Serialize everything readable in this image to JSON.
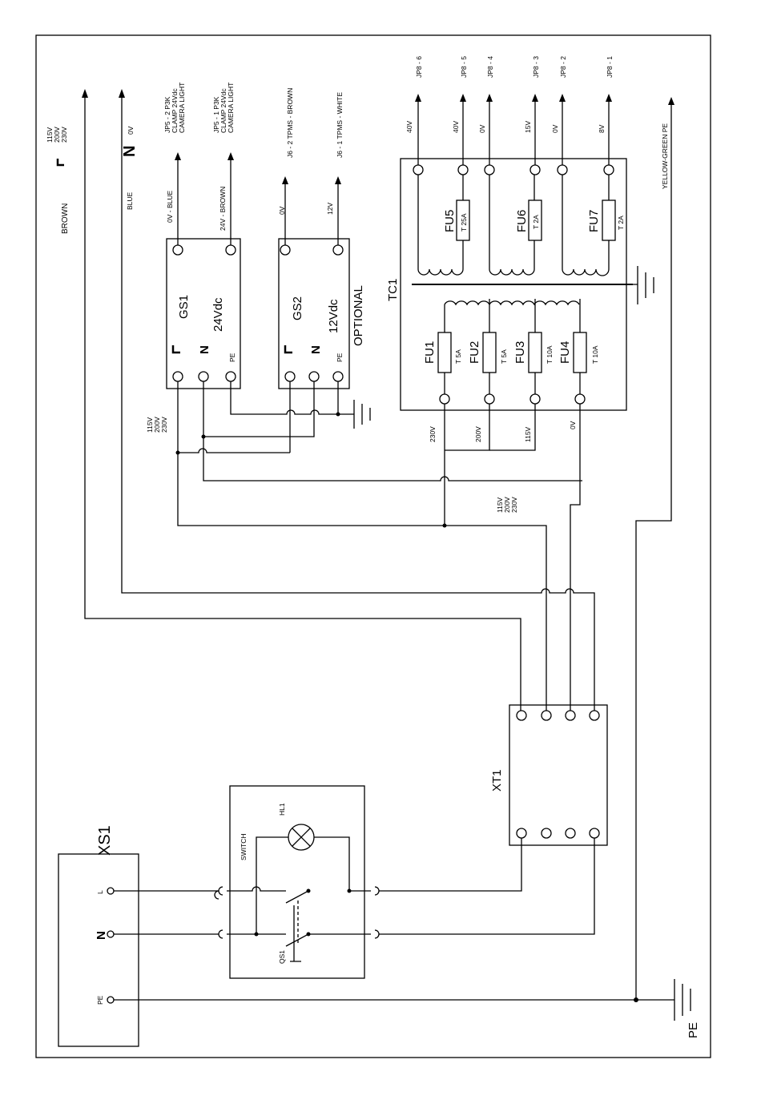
{
  "supply_left": {
    "brown": "BROWN",
    "brown_voltages": [
      "115V",
      "200V",
      "230V"
    ],
    "blue": "BLUE",
    "blue_voltage": "0V"
  },
  "gs1": {
    "name": "GS1",
    "rating": "24Vdc",
    "pe": "PE",
    "out_0v": "0V - BLUE",
    "out_24v": "24V - BROWN",
    "jp5_2": [
      "JP5 - 2  P3K",
      "CLAMP 24Vdc",
      "CAMERA LIGHT"
    ],
    "jp5_1": [
      "JP5 - 1  P3K",
      "CLAMP 24Vdc",
      "CAMERA LIGHT"
    ],
    "input_voltages": [
      "115V",
      "200V",
      "230V"
    ]
  },
  "gs2": {
    "name": "GS2",
    "rating": "12Vdc",
    "optional": "OPTIONAL",
    "pe": "PE",
    "out_0v": "0V",
    "out_12v": "12V",
    "j6_2": "J6 - 2  TPMS - BROWN",
    "j6_1": "J6 - 1  TPMS - WHITE"
  },
  "tc1": {
    "name": "TC1",
    "secondary": [
      {
        "jp": "JP8 - 6",
        "volt": "40V"
      },
      {
        "jp": "JP8 - 5",
        "volt": "40V"
      },
      {
        "jp": "JP8 - 4",
        "volt": "0V"
      },
      {
        "jp": "JP8 - 3",
        "volt": "15V"
      },
      {
        "jp": "JP8 - 2",
        "volt": "0V"
      },
      {
        "jp": "JP8 - 1",
        "volt": "8V"
      }
    ],
    "fuses_secondary": [
      {
        "name": "FU5",
        "rating": "T 25A"
      },
      {
        "name": "FU6",
        "rating": "T 2A"
      },
      {
        "name": "FU7",
        "rating": "T 2A"
      }
    ],
    "fuses_primary": [
      {
        "name": "FU1",
        "rating": "T 5A"
      },
      {
        "name": "FU2",
        "rating": "T 5A"
      },
      {
        "name": "FU3",
        "rating": "T 10A"
      },
      {
        "name": "FU4",
        "rating": "T 10A"
      }
    ],
    "primary_taps": [
      "230V",
      "200V",
      "115V",
      "0V"
    ],
    "tap_select": [
      "115V",
      "200V",
      "230V"
    ]
  },
  "pe_line": "YELLOW-GREEN  PE",
  "xt1": "XT1",
  "xs1": {
    "name": "XS1",
    "l": "L",
    "pe": "PE"
  },
  "switch": {
    "label": "SWITCH",
    "lamp": "HL1",
    "qs": "QS1"
  },
  "ground": "PE"
}
